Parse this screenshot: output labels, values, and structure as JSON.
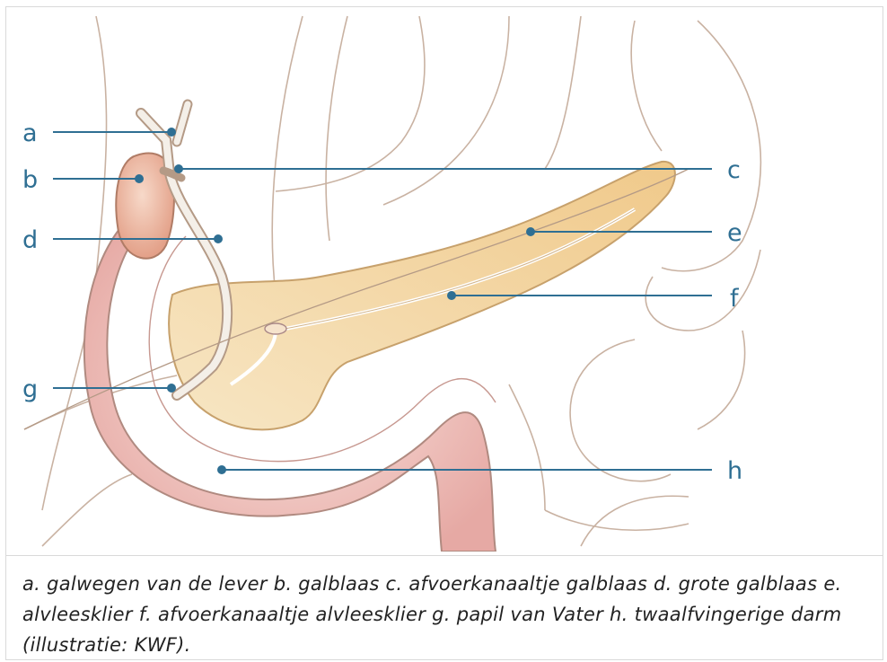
{
  "figure": {
    "labels": {
      "a": "a",
      "b": "b",
      "c": "c",
      "d": "d",
      "e": "e",
      "f": "f",
      "g": "g",
      "h": "h"
    },
    "colors": {
      "leader": "#2f6f93",
      "outline": "#b49a86",
      "pancreas": "#f3d8a6",
      "intestine": "#eec3bd",
      "gallbladder": "#efc2ad"
    }
  },
  "caption": {
    "text": "a. galwegen van de lever b. galblaas c. afvoerkanaaltje galblaas d. grote galblaas e. alvleesklier f. afvoerkanaaltje alvleesklier g. papil van Vater h. twaalfvingerige darm (illustratie: KWF)."
  }
}
